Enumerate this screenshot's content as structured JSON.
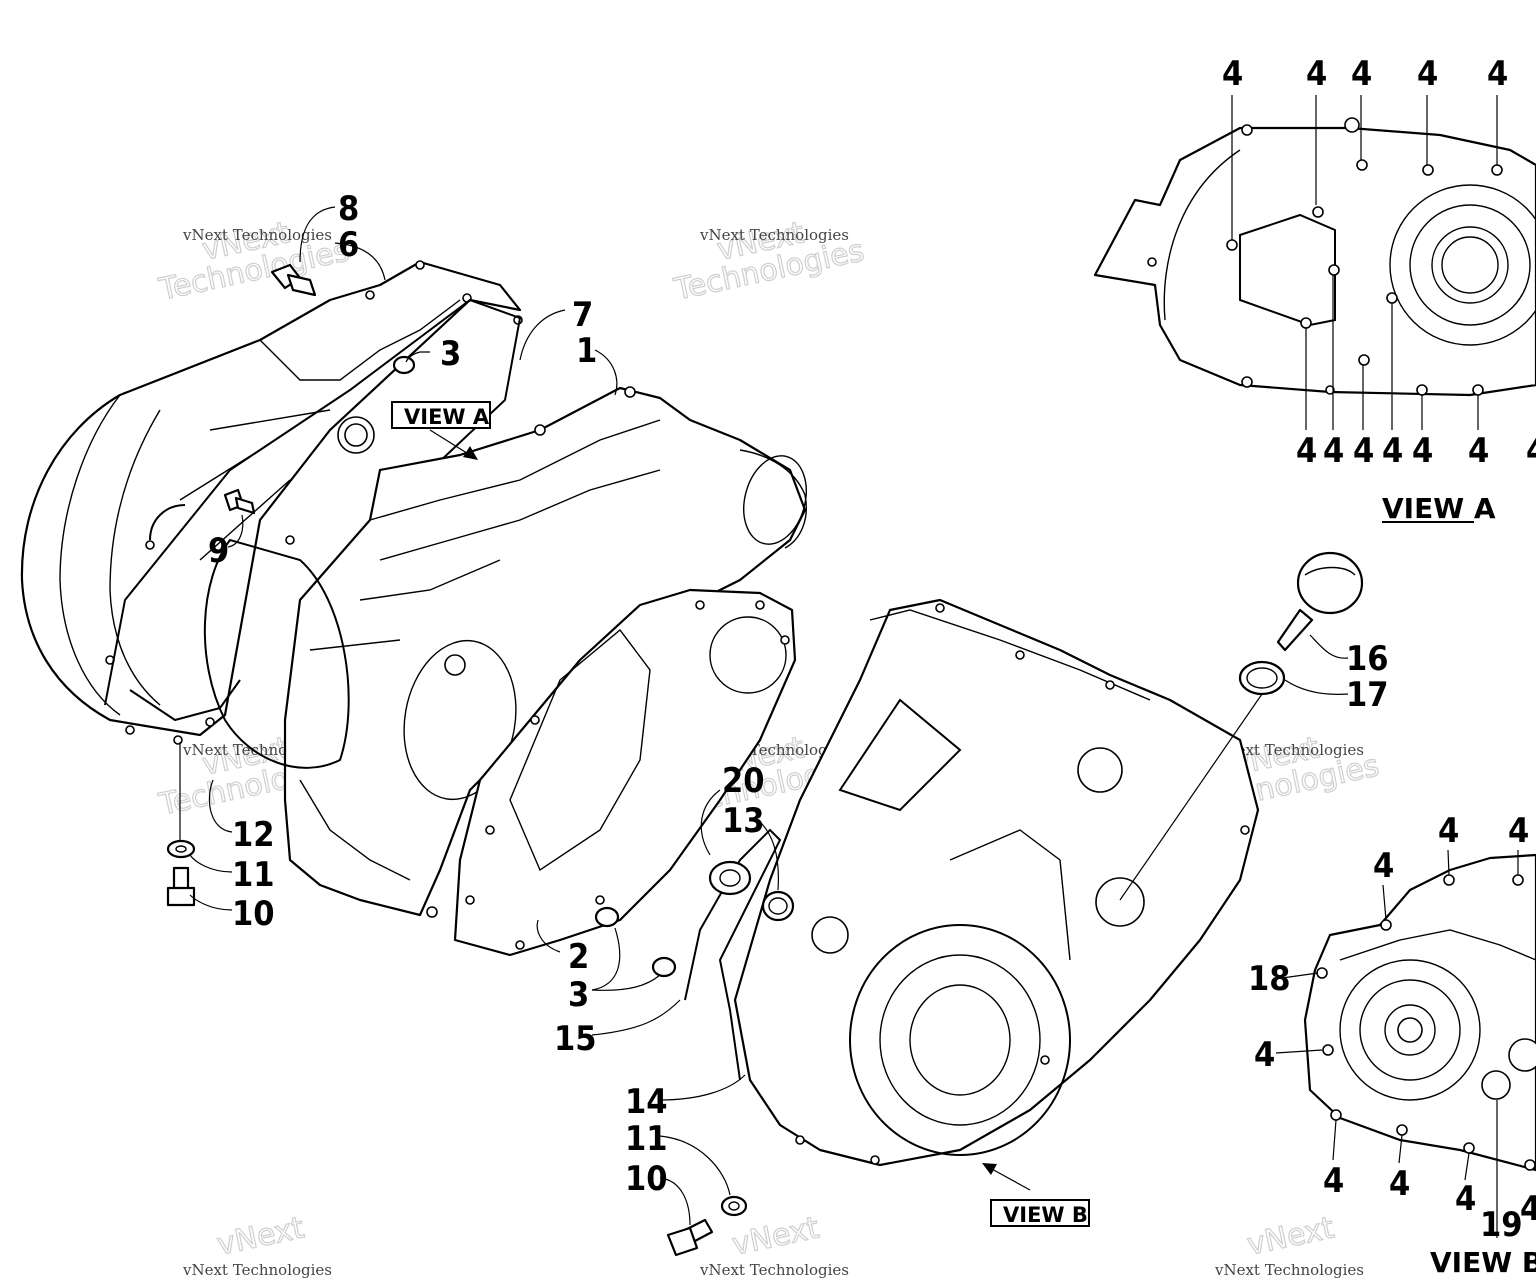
{
  "diagram": {
    "watermark": {
      "line1": "vNext",
      "line2": "Technologies",
      "line3": "vNext Technologies"
    },
    "view_a_label": "VIEW A",
    "view_b_label": "VIEW B",
    "view_a_tag": "VIEW A",
    "view_b_tag": "VIEW B",
    "callouts": {
      "c8": "8",
      "c6": "6",
      "c7": "7",
      "c1": "1",
      "c3a": "3",
      "c9": "9",
      "c12": "12",
      "c11a": "11",
      "c10a": "10",
      "c20": "20",
      "c13": "13",
      "c2": "2",
      "c3b": "3",
      "c15": "15",
      "c14": "14",
      "c11b": "11",
      "c10b": "10",
      "c16": "16",
      "c17": "17",
      "c18": "18",
      "c19": "19",
      "c4": "4"
    }
  }
}
